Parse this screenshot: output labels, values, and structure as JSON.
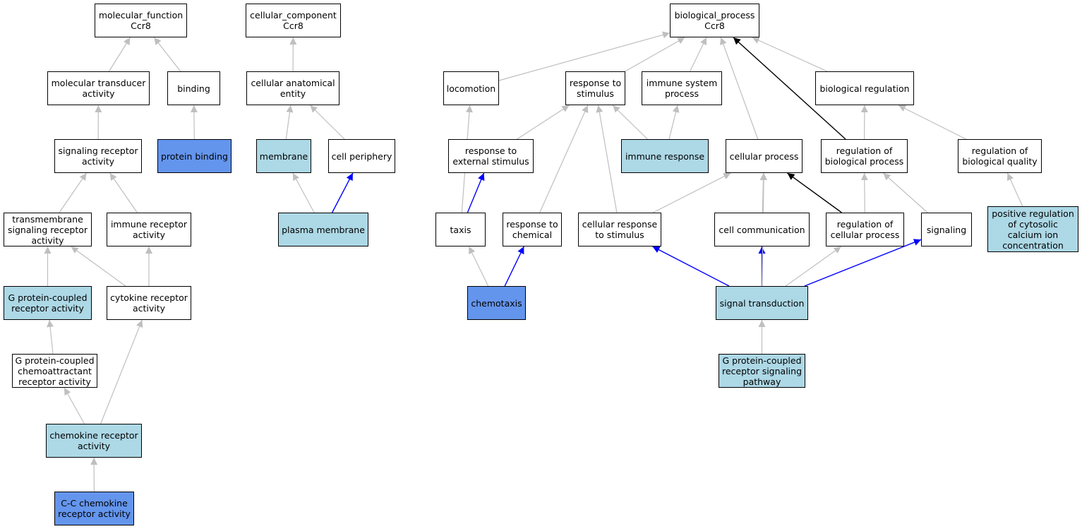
{
  "colors": {
    "annotated_light": "#add8e6",
    "annotated_dark": "#6495ed",
    "edge_gray": "#bfbfbf",
    "edge_blue": "#0000ff",
    "edge_black": "#000000"
  },
  "nodes": {
    "mf": {
      "label": "molecular_function\nCcr8",
      "kind": "plain"
    },
    "mt": {
      "label": "molecular transducer\nactivity",
      "kind": "plain"
    },
    "binding": {
      "label": "binding",
      "kind": "plain"
    },
    "sra": {
      "label": "signaling receptor\nactivity",
      "kind": "plain"
    },
    "pb": {
      "label": "protein binding",
      "kind": "dark"
    },
    "tsra": {
      "label": "transmembrane\nsignaling receptor\nactivity",
      "kind": "plain"
    },
    "ira": {
      "label": "immune receptor\nactivity",
      "kind": "plain"
    },
    "gpcr": {
      "label": "G protein-coupled\nreceptor activity",
      "kind": "light"
    },
    "cra": {
      "label": "cytokine receptor\nactivity",
      "kind": "plain"
    },
    "gpcca": {
      "label": "G protein-coupled\nchemoattractant\nreceptor activity",
      "kind": "plain"
    },
    "chra": {
      "label": "chemokine receptor\nactivity",
      "kind": "light"
    },
    "ccra": {
      "label": "C-C chemokine\nreceptor activity",
      "kind": "dark"
    },
    "cc": {
      "label": "cellular_component\nCcr8",
      "kind": "plain"
    },
    "cae": {
      "label": "cellular anatomical\nentity",
      "kind": "plain"
    },
    "membrane": {
      "label": "membrane",
      "kind": "light"
    },
    "cp": {
      "label": "cell periphery",
      "kind": "plain"
    },
    "pm": {
      "label": "plasma membrane",
      "kind": "light"
    },
    "bp": {
      "label": "biological_process\nCcr8",
      "kind": "plain"
    },
    "loco": {
      "label": "locomotion",
      "kind": "plain"
    },
    "rts": {
      "label": "response to\nstimulus",
      "kind": "plain"
    },
    "isp": {
      "label": "immune system\nprocess",
      "kind": "plain"
    },
    "breg": {
      "label": "biological regulation",
      "kind": "plain"
    },
    "res": {
      "label": "response to\nexternal stimulus",
      "kind": "plain"
    },
    "ir": {
      "label": "immune response",
      "kind": "light"
    },
    "cellp": {
      "label": "cellular process",
      "kind": "plain"
    },
    "rbp": {
      "label": "regulation of\nbiological process",
      "kind": "plain"
    },
    "rbq": {
      "label": "regulation of\nbiological quality",
      "kind": "plain"
    },
    "taxis": {
      "label": "taxis",
      "kind": "plain"
    },
    "rtc": {
      "label": "response to\nchemical",
      "kind": "plain"
    },
    "crs": {
      "label": "cellular response\nto stimulus",
      "kind": "plain"
    },
    "ccomm": {
      "label": "cell communication",
      "kind": "plain"
    },
    "rcp": {
      "label": "regulation of\ncellular process",
      "kind": "plain"
    },
    "sig": {
      "label": "signaling",
      "kind": "plain"
    },
    "prc": {
      "label": "positive regulation\nof cytosolic\ncalcium ion\nconcentration",
      "kind": "light"
    },
    "chemo": {
      "label": "chemotaxis",
      "kind": "dark"
    },
    "st": {
      "label": "signal transduction",
      "kind": "light"
    },
    "gpcrsp": {
      "label": "G protein-coupled\nreceptor signaling\npathway",
      "kind": "light"
    }
  },
  "edges": [
    {
      "from": "mt",
      "to": "mf",
      "color": "gray"
    },
    {
      "from": "binding",
      "to": "mf",
      "color": "gray"
    },
    {
      "from": "sra",
      "to": "mt",
      "color": "gray"
    },
    {
      "from": "pb",
      "to": "binding",
      "color": "gray"
    },
    {
      "from": "tsra",
      "to": "sra",
      "color": "gray"
    },
    {
      "from": "ira",
      "to": "sra",
      "color": "gray"
    },
    {
      "from": "gpcr",
      "to": "tsra",
      "color": "gray"
    },
    {
      "from": "cra",
      "to": "tsra",
      "color": "gray"
    },
    {
      "from": "cra",
      "to": "ira",
      "color": "gray"
    },
    {
      "from": "gpcca",
      "to": "gpcr",
      "color": "gray"
    },
    {
      "from": "chra",
      "to": "gpcca",
      "color": "gray"
    },
    {
      "from": "chra",
      "to": "cra",
      "color": "gray"
    },
    {
      "from": "ccra",
      "to": "chra",
      "color": "gray"
    },
    {
      "from": "cae",
      "to": "cc",
      "color": "gray"
    },
    {
      "from": "membrane",
      "to": "cae",
      "color": "gray"
    },
    {
      "from": "cp",
      "to": "cae",
      "color": "gray"
    },
    {
      "from": "pm",
      "to": "membrane",
      "color": "gray"
    },
    {
      "from": "pm",
      "to": "cp",
      "color": "blue"
    },
    {
      "from": "loco",
      "to": "bp",
      "color": "gray"
    },
    {
      "from": "rts",
      "to": "bp",
      "color": "gray"
    },
    {
      "from": "isp",
      "to": "bp",
      "color": "gray"
    },
    {
      "from": "breg",
      "to": "bp",
      "color": "gray"
    },
    {
      "from": "cellp",
      "to": "bp",
      "color": "gray"
    },
    {
      "from": "rbp",
      "to": "bp",
      "color": "black"
    },
    {
      "from": "res",
      "to": "rts",
      "color": "gray"
    },
    {
      "from": "ir",
      "to": "rts",
      "color": "gray"
    },
    {
      "from": "ir",
      "to": "isp",
      "color": "gray"
    },
    {
      "from": "rbp",
      "to": "breg",
      "color": "gray"
    },
    {
      "from": "rbq",
      "to": "breg",
      "color": "gray"
    },
    {
      "from": "taxis",
      "to": "loco",
      "color": "gray"
    },
    {
      "from": "taxis",
      "to": "res",
      "color": "blue"
    },
    {
      "from": "rtc",
      "to": "rts",
      "color": "gray"
    },
    {
      "from": "crs",
      "to": "rts",
      "color": "gray"
    },
    {
      "from": "crs",
      "to": "cellp",
      "color": "gray"
    },
    {
      "from": "ccomm",
      "to": "cellp",
      "color": "gray"
    },
    {
      "from": "rcp",
      "to": "cellp",
      "color": "black"
    },
    {
      "from": "rcp",
      "to": "rbp",
      "color": "gray"
    },
    {
      "from": "sig",
      "to": "rbp",
      "color": "gray"
    },
    {
      "from": "prc",
      "to": "rbq",
      "color": "gray"
    },
    {
      "from": "chemo",
      "to": "taxis",
      "color": "gray"
    },
    {
      "from": "chemo",
      "to": "rtc",
      "color": "blue"
    },
    {
      "from": "st",
      "to": "crs",
      "color": "blue"
    },
    {
      "from": "st",
      "to": "ccomm",
      "color": "blue"
    },
    {
      "from": "st",
      "to": "rcp",
      "color": "gray"
    },
    {
      "from": "st",
      "to": "sig",
      "color": "blue"
    },
    {
      "from": "st",
      "to": "cellp",
      "color": "gray"
    },
    {
      "from": "gpcrsp",
      "to": "st",
      "color": "gray"
    }
  ]
}
